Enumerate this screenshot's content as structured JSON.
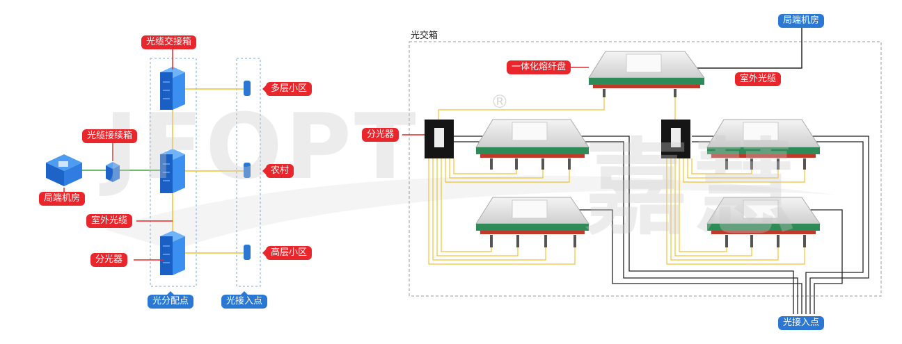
{
  "watermark": {
    "brand": "JFOPT",
    "brand_cn": "嘉慧",
    "registered": "®"
  },
  "left_diagram": {
    "cable_cross_box": "光缆交接箱",
    "cable_joint_box": "光缆接续箱",
    "central_office": "局端机房",
    "outdoor_cable": "室外光缆",
    "splitter": "分光器",
    "multi_storey": "多层小区",
    "rural": "农村",
    "high_rise": "高层小区",
    "distribution_point": "光分配点",
    "access_point": "光接入点"
  },
  "right_diagram": {
    "enclosure_title": "光交箱",
    "central_office": "局端机房",
    "splice_tray": "一体化熔纤盘",
    "outdoor_cable": "室外光缆",
    "splitter": "分光器",
    "access_point": "光接入点"
  },
  "colors": {
    "red": "#e8262b",
    "blue": "#2a78d4",
    "fiber_yellow": "#f2c12e",
    "green_line": "#3ca03c",
    "tray_green": "#2e8b57"
  }
}
